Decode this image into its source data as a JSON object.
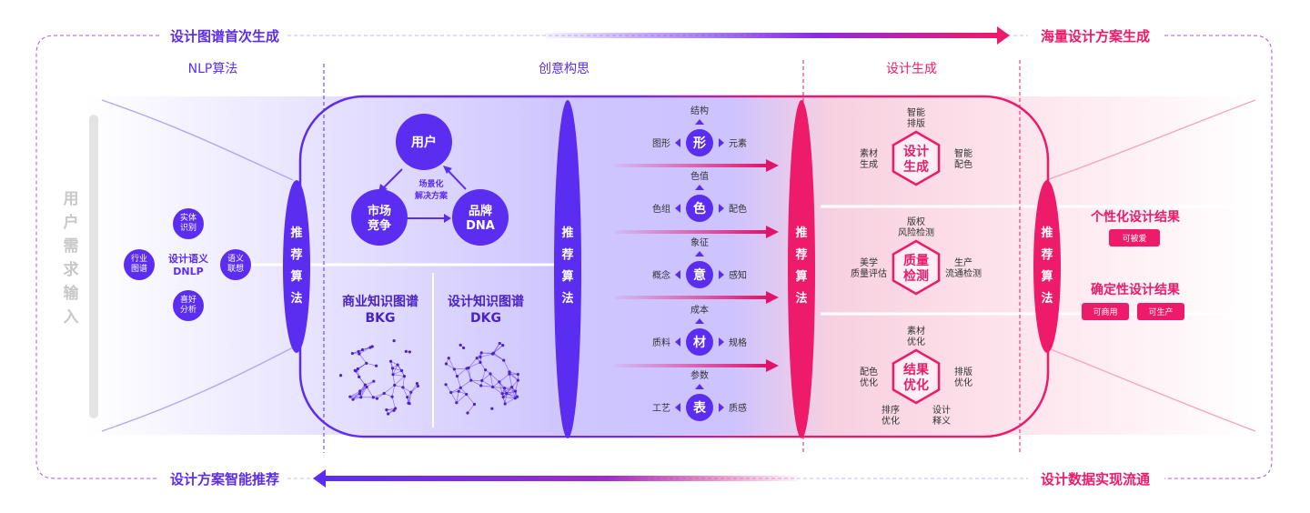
{
  "top_flow": {
    "left_label": "设计图谱首次生成",
    "right_label": "海量设计方案生成"
  },
  "bottom_flow": {
    "left_label": "设计方案智能推荐",
    "right_label": "设计数据实现流通"
  },
  "sections": {
    "nlp": "NLP算法",
    "ideation": "创意构思",
    "generation": "设计生成"
  },
  "user_input": "用户需求输入",
  "recommend_label": "推荐算法",
  "dnlp": {
    "center": "设计语义\nDNLP",
    "nodes": [
      "实体\n识别",
      "行业\n图谱",
      "语义\n联想",
      "喜好\n分析"
    ]
  },
  "triangle": {
    "user": "用户",
    "market": "市场\n竞争",
    "brand": "品牌\nDNA",
    "middle": "场景化\n解决方案"
  },
  "graphs": {
    "bkg": "商业知识图谱\nBKG",
    "dkg": "设计知识图谱\nDKG"
  },
  "elements": [
    {
      "char": "形",
      "top": "结构",
      "left": "图形",
      "right": "元素"
    },
    {
      "char": "色",
      "top": "色值",
      "left": "色组",
      "right": "配色"
    },
    {
      "char": "意",
      "top": "象征",
      "left": "概念",
      "right": "感知"
    },
    {
      "char": "材",
      "top": "成本",
      "left": "质料",
      "right": "规格"
    },
    {
      "char": "表",
      "top": "参数",
      "left": "工艺",
      "right": "质感"
    }
  ],
  "hexes": [
    {
      "title": "设计\n生成",
      "top": "智能\n排版",
      "left": "素材\n生成",
      "right": "智能\n配色"
    },
    {
      "title": "质量\n检测",
      "top": "版权\n风险检测",
      "left": "美学\n质量评估",
      "right": "生产\n流通检测"
    },
    {
      "title": "结果\n优化",
      "top": "素材\n优化",
      "left": "配色\n优化",
      "right": "排版\n优化",
      "bottom_left": "排序\n优化",
      "bottom_right": "设计\n释义"
    }
  ],
  "results": {
    "personal_title": "个性化设计结果",
    "personal_tags": [
      "可被爱"
    ],
    "deterministic_title": "确定性设计结果",
    "deterministic_tags": [
      "可商用",
      "可生产"
    ]
  },
  "colors": {
    "purple": "#5b2df0",
    "pink": "#ee1a6a"
  }
}
